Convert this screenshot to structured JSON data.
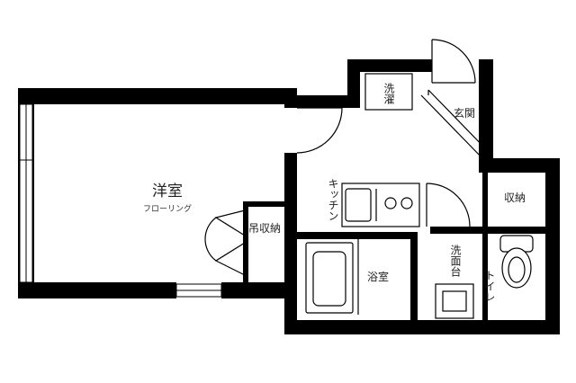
{
  "rooms": {
    "western": "洋室",
    "flooring": "フローリング",
    "hanging_storage": "吊収納",
    "washer": "洗濯",
    "entrance": "玄関",
    "kitchen": "キッチン",
    "storage": "収納",
    "bath": "浴室",
    "washstand": "洗面台",
    "toilet": "トイレ"
  },
  "colors": {
    "wall": "#000000",
    "fixture": "#333333",
    "background": "#ffffff"
  }
}
